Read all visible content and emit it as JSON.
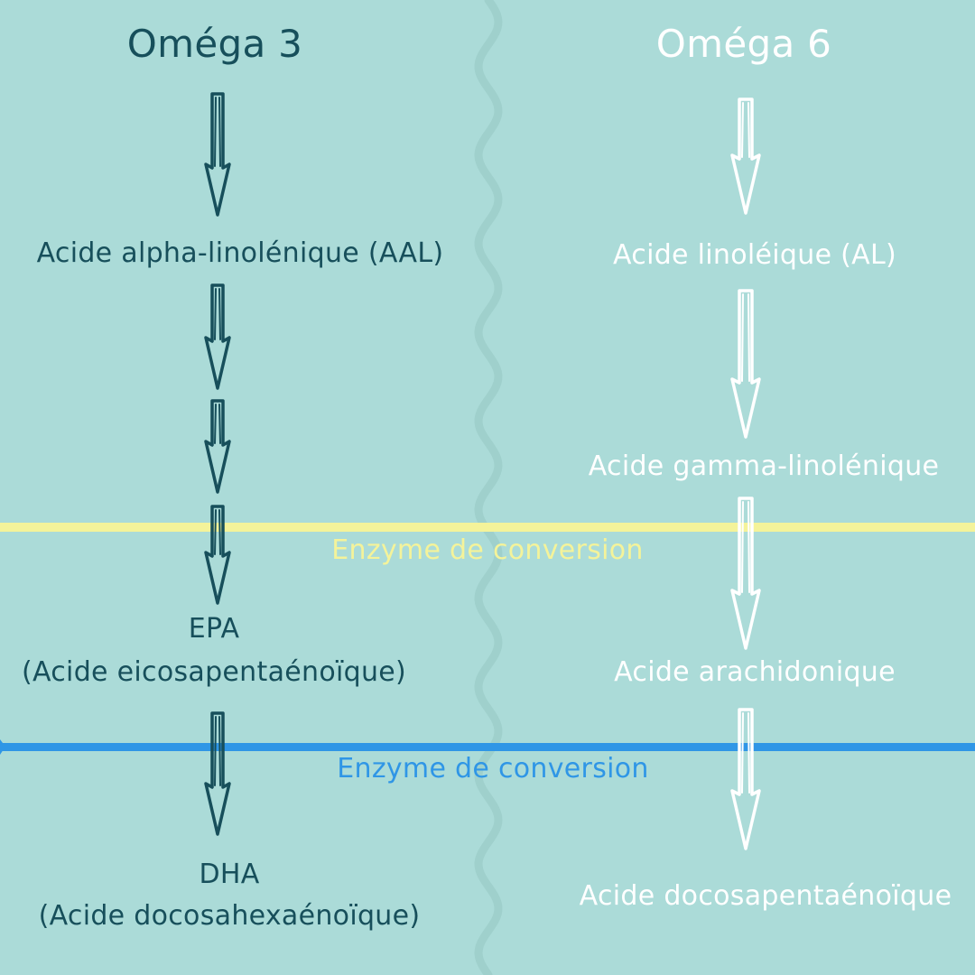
{
  "colors": {
    "background": "#abdbd8",
    "omega3": "#174f5b",
    "omega6": "#ffffff",
    "wave": "#9fd0cc",
    "enzyme_line_1": "#f4f39a",
    "enzyme_line_2": "#2f96e6"
  },
  "omega3": {
    "title": "Oméga 3",
    "items": [
      "Acide alpha-linolénique (AAL)",
      "EPA",
      "(Acide eicosapentaénoïque)",
      "DHA",
      "(Acide docosahexaénoïque)"
    ]
  },
  "omega6": {
    "title": "Oméga 6",
    "items": [
      "Acide linoléique (AL)",
      "Acide gamma-linolénique",
      "Acide arachidonique",
      "Acide docosapentaénoïque"
    ]
  },
  "enzymes": {
    "first": "Enzyme de conversion",
    "second": "Enzyme de conversion"
  }
}
